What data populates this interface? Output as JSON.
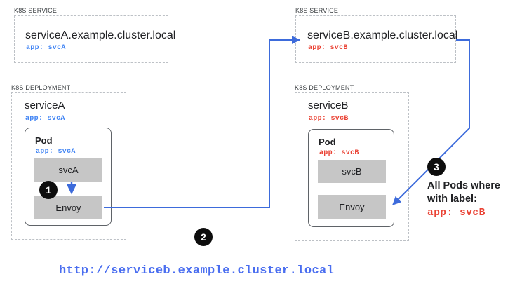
{
  "diagram": {
    "title_url": "http://serviceb.example.cluster.local",
    "colors": {
      "blue": "#4285f4",
      "red": "#ea4335",
      "wire": "#3d6bdb",
      "bar_gray": "#c6c6c6",
      "badge": "#0d0d0d"
    }
  },
  "service_a": {
    "group_label": "K8S SERVICE",
    "name": "serviceA.example.cluster.local",
    "label": "app:  svcA"
  },
  "service_b": {
    "group_label": "K8S SERVICE",
    "name": "serviceB.example.cluster.local",
    "label": "app:  svcB"
  },
  "deployment_a": {
    "group_label": "K8S DEPLOYMENT",
    "name": "serviceA",
    "label": "app:  svcA",
    "pod": {
      "title": "Pod",
      "label": "app:  svcA",
      "container": "svcA",
      "sidecar": "Envoy"
    }
  },
  "deployment_b": {
    "group_label": "K8S DEPLOYMENT",
    "name": "serviceB",
    "label": "app:  svcB",
    "pod": {
      "title": "Pod",
      "label": "app:  svcB",
      "container": "svcB",
      "sidecar": "Envoy"
    }
  },
  "badges": {
    "one": "1",
    "two": "2",
    "three": "3"
  },
  "annotation": {
    "line1": "All Pods where",
    "line2": "with label:",
    "line3": "app:  svcB"
  }
}
